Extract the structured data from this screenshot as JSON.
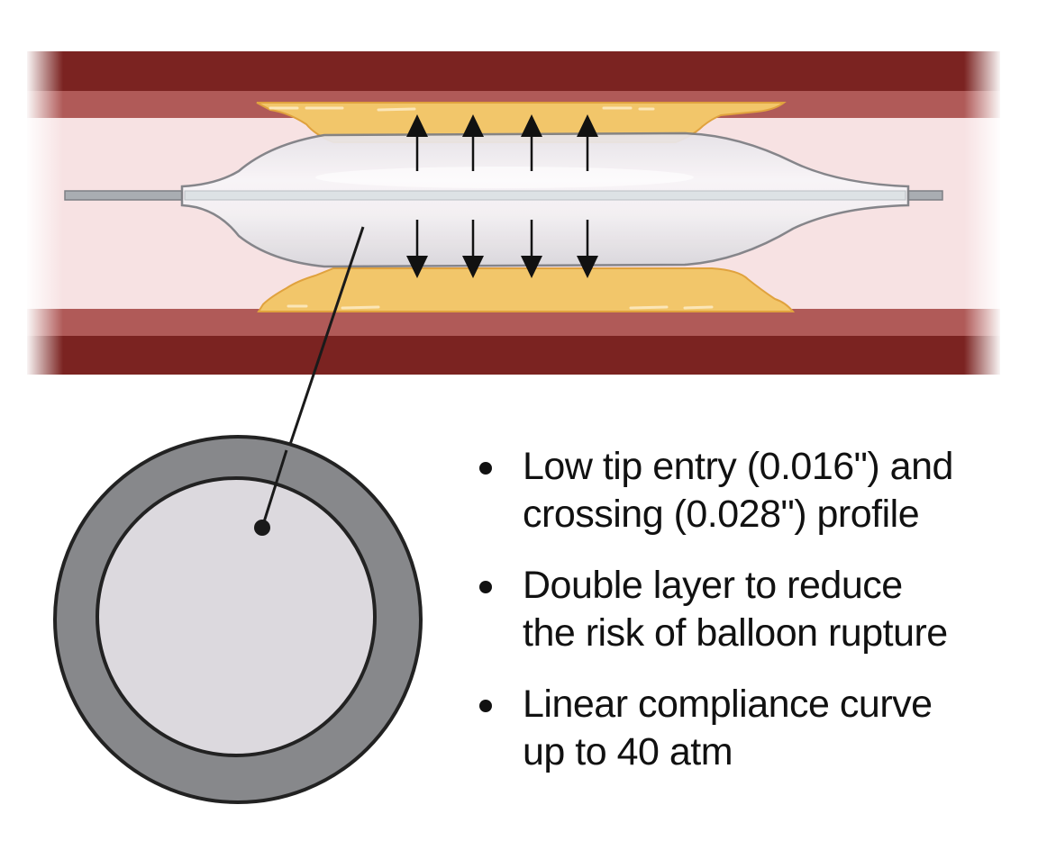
{
  "figure": {
    "title": "Balloon angioplasty illustration with balloon cross-section",
    "colors": {
      "vessel_outer": "#7b2321",
      "vessel_inner": "#b05a58",
      "lumen": "#f7e2e3",
      "plaque": "#f2c66a",
      "plaque_edge": "#e0a23e",
      "balloon_fill": "#eeeaef",
      "balloon_outline": "#7d7f84",
      "wire": "#a9adb2",
      "arrow": "#111111",
      "cross_outer": "#87888b",
      "cross_inner": "#dcd9de",
      "outline": "#222222"
    },
    "labels": {
      "vessel": "vessel-wall",
      "plaque": "plaque",
      "balloon": "balloon",
      "cross_section": "balloon-cross-section"
    },
    "expansion_arrow_count": 4
  },
  "features": [
    {
      "lines": [
        "Low tip entry (0.016\") and",
        "crossing (0.028\") profile"
      ]
    },
    {
      "lines": [
        "Double layer to reduce",
        "the risk of balloon rupture"
      ]
    },
    {
      "lines": [
        "Linear compliance curve",
        "up to 40 atm"
      ]
    }
  ]
}
